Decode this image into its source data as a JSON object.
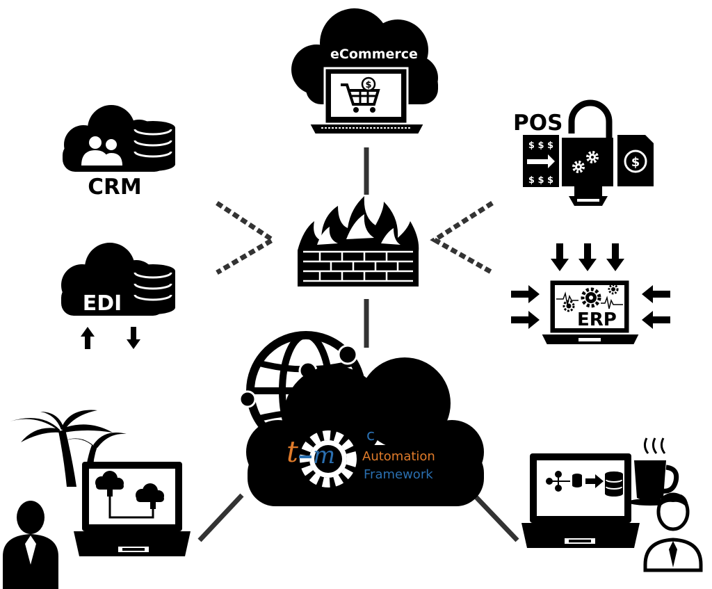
{
  "labels": {
    "ecommerce": "eCommerce",
    "crm": "CRM",
    "pos": "POS",
    "edi": "EDI",
    "erp": "ERP"
  },
  "logo": {
    "t": "t",
    "m": "m",
    "c": "c",
    "line1": "Automation",
    "line2": "Framework"
  },
  "icons": {
    "dollar": "$",
    "dollars": "$ $ $"
  },
  "colors": {
    "logo_orange": "#e07b2a",
    "logo_blue": "#2a6fb0",
    "ink": "#000000"
  }
}
